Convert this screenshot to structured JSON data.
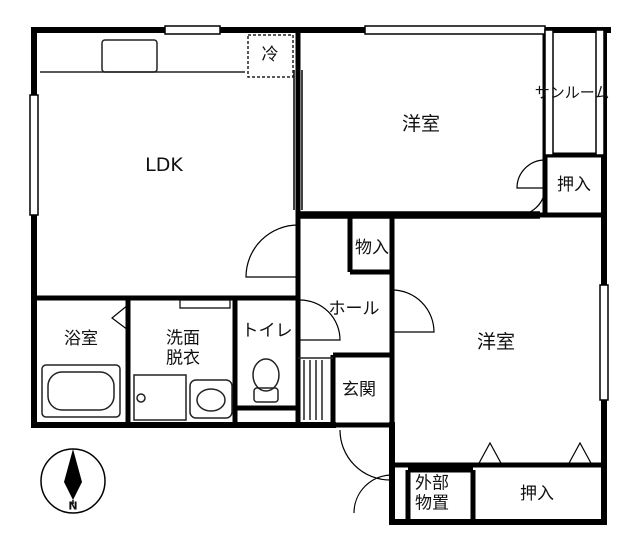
{
  "rooms": {
    "ldk": "LDK",
    "western_north": "洋室",
    "sunroom": "サンルーム",
    "closet_north": "押入",
    "storage_small": "物入",
    "hall": "ホール",
    "western_south": "洋室",
    "bath": "浴室",
    "washroom_line1": "洗面",
    "washroom_line2": "脱衣",
    "toilet": "トイレ",
    "entrance": "玄関",
    "outdoor_storage_line1": "外部",
    "outdoor_storage_line2": "物置",
    "closet_south": "押入",
    "fridge": "冷"
  },
  "compass": {
    "north_label": "N"
  },
  "colors": {
    "wall": "#000000",
    "fixture": "#222222",
    "background": "#ffffff"
  }
}
